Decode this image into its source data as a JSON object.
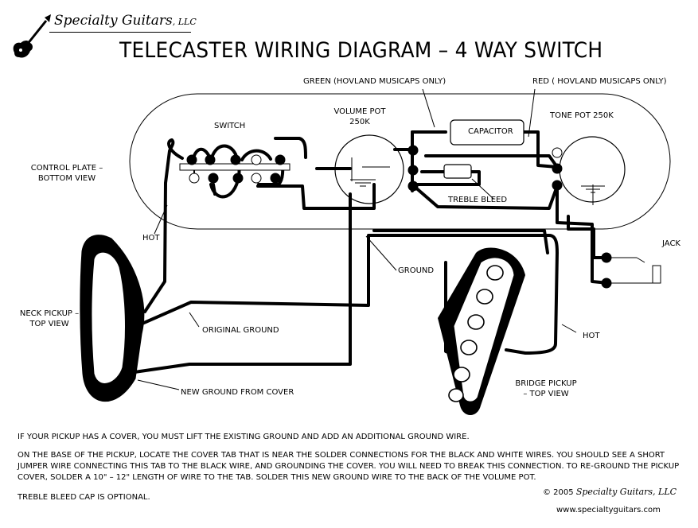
{
  "brand": {
    "name": "Specialty Guitars",
    "suffix": ", LLC"
  },
  "title": "TELECASTER WIRING DIAGRAM – 4 WAY SWITCH",
  "labels": {
    "green": "GREEN (HOVLAND MUSICAPS ONLY)",
    "red": "RED ( HOVLAND MUSICAPS ONLY)",
    "volume_pot": [
      "VOLUME POT",
      "250K"
    ],
    "tone_pot": "TONE POT 250K",
    "switch": "SWITCH",
    "capacitor": "CAPACITOR",
    "control_plate": [
      "CONTROL PLATE –",
      "BOTTOM VIEW"
    ],
    "treble_bleed": "TREBLE BLEED",
    "hot_left": "HOT",
    "ground": "GROUND",
    "jack": "JACK",
    "neck_pickup": [
      "NECK PICKUP –",
      "TOP VIEW"
    ],
    "original_ground": "ORIGINAL GROUND",
    "hot_right": "HOT",
    "bridge_pickup": [
      "BRIDGE PICKUP",
      "– TOP VIEW"
    ],
    "new_ground": "NEW GROUND FROM COVER"
  },
  "notes": {
    "cover": "IF YOUR PICKUP HAS A COVER, YOU MUST LIFT THE EXISTING GROUND AND ADD AN ADDITIONAL GROUND WIRE.",
    "instructions": "ON THE BASE OF THE PICKUP, LOCATE THE COVER TAB THAT IS NEAR THE SOLDER CONNECTIONS FOR THE BLACK AND WHITE WIRES.  YOU SHOULD SEE A SHORT JUMPER WIRE CONNECTING THIS TAB TO THE BLACK WIRE, AND GROUNDING THE COVER.  YOU WILL NEED TO BREAK THIS CONNECTION.  TO RE-GROUND THE PICKUP COVER, SOLDER A 10\" – 12\" LENGTH OF WIRE TO THE TAB.  SOLDER THIS NEW GROUND WIRE TO THE BACK OF THE VOLUME POT.",
    "treble": "TREBLE BLEED CAP IS OPTIONAL."
  },
  "copyright": {
    "prefix": "© 2005 ",
    "name": "Specialty Guitars, LLC"
  },
  "website": "www.specialtyguitars.com"
}
